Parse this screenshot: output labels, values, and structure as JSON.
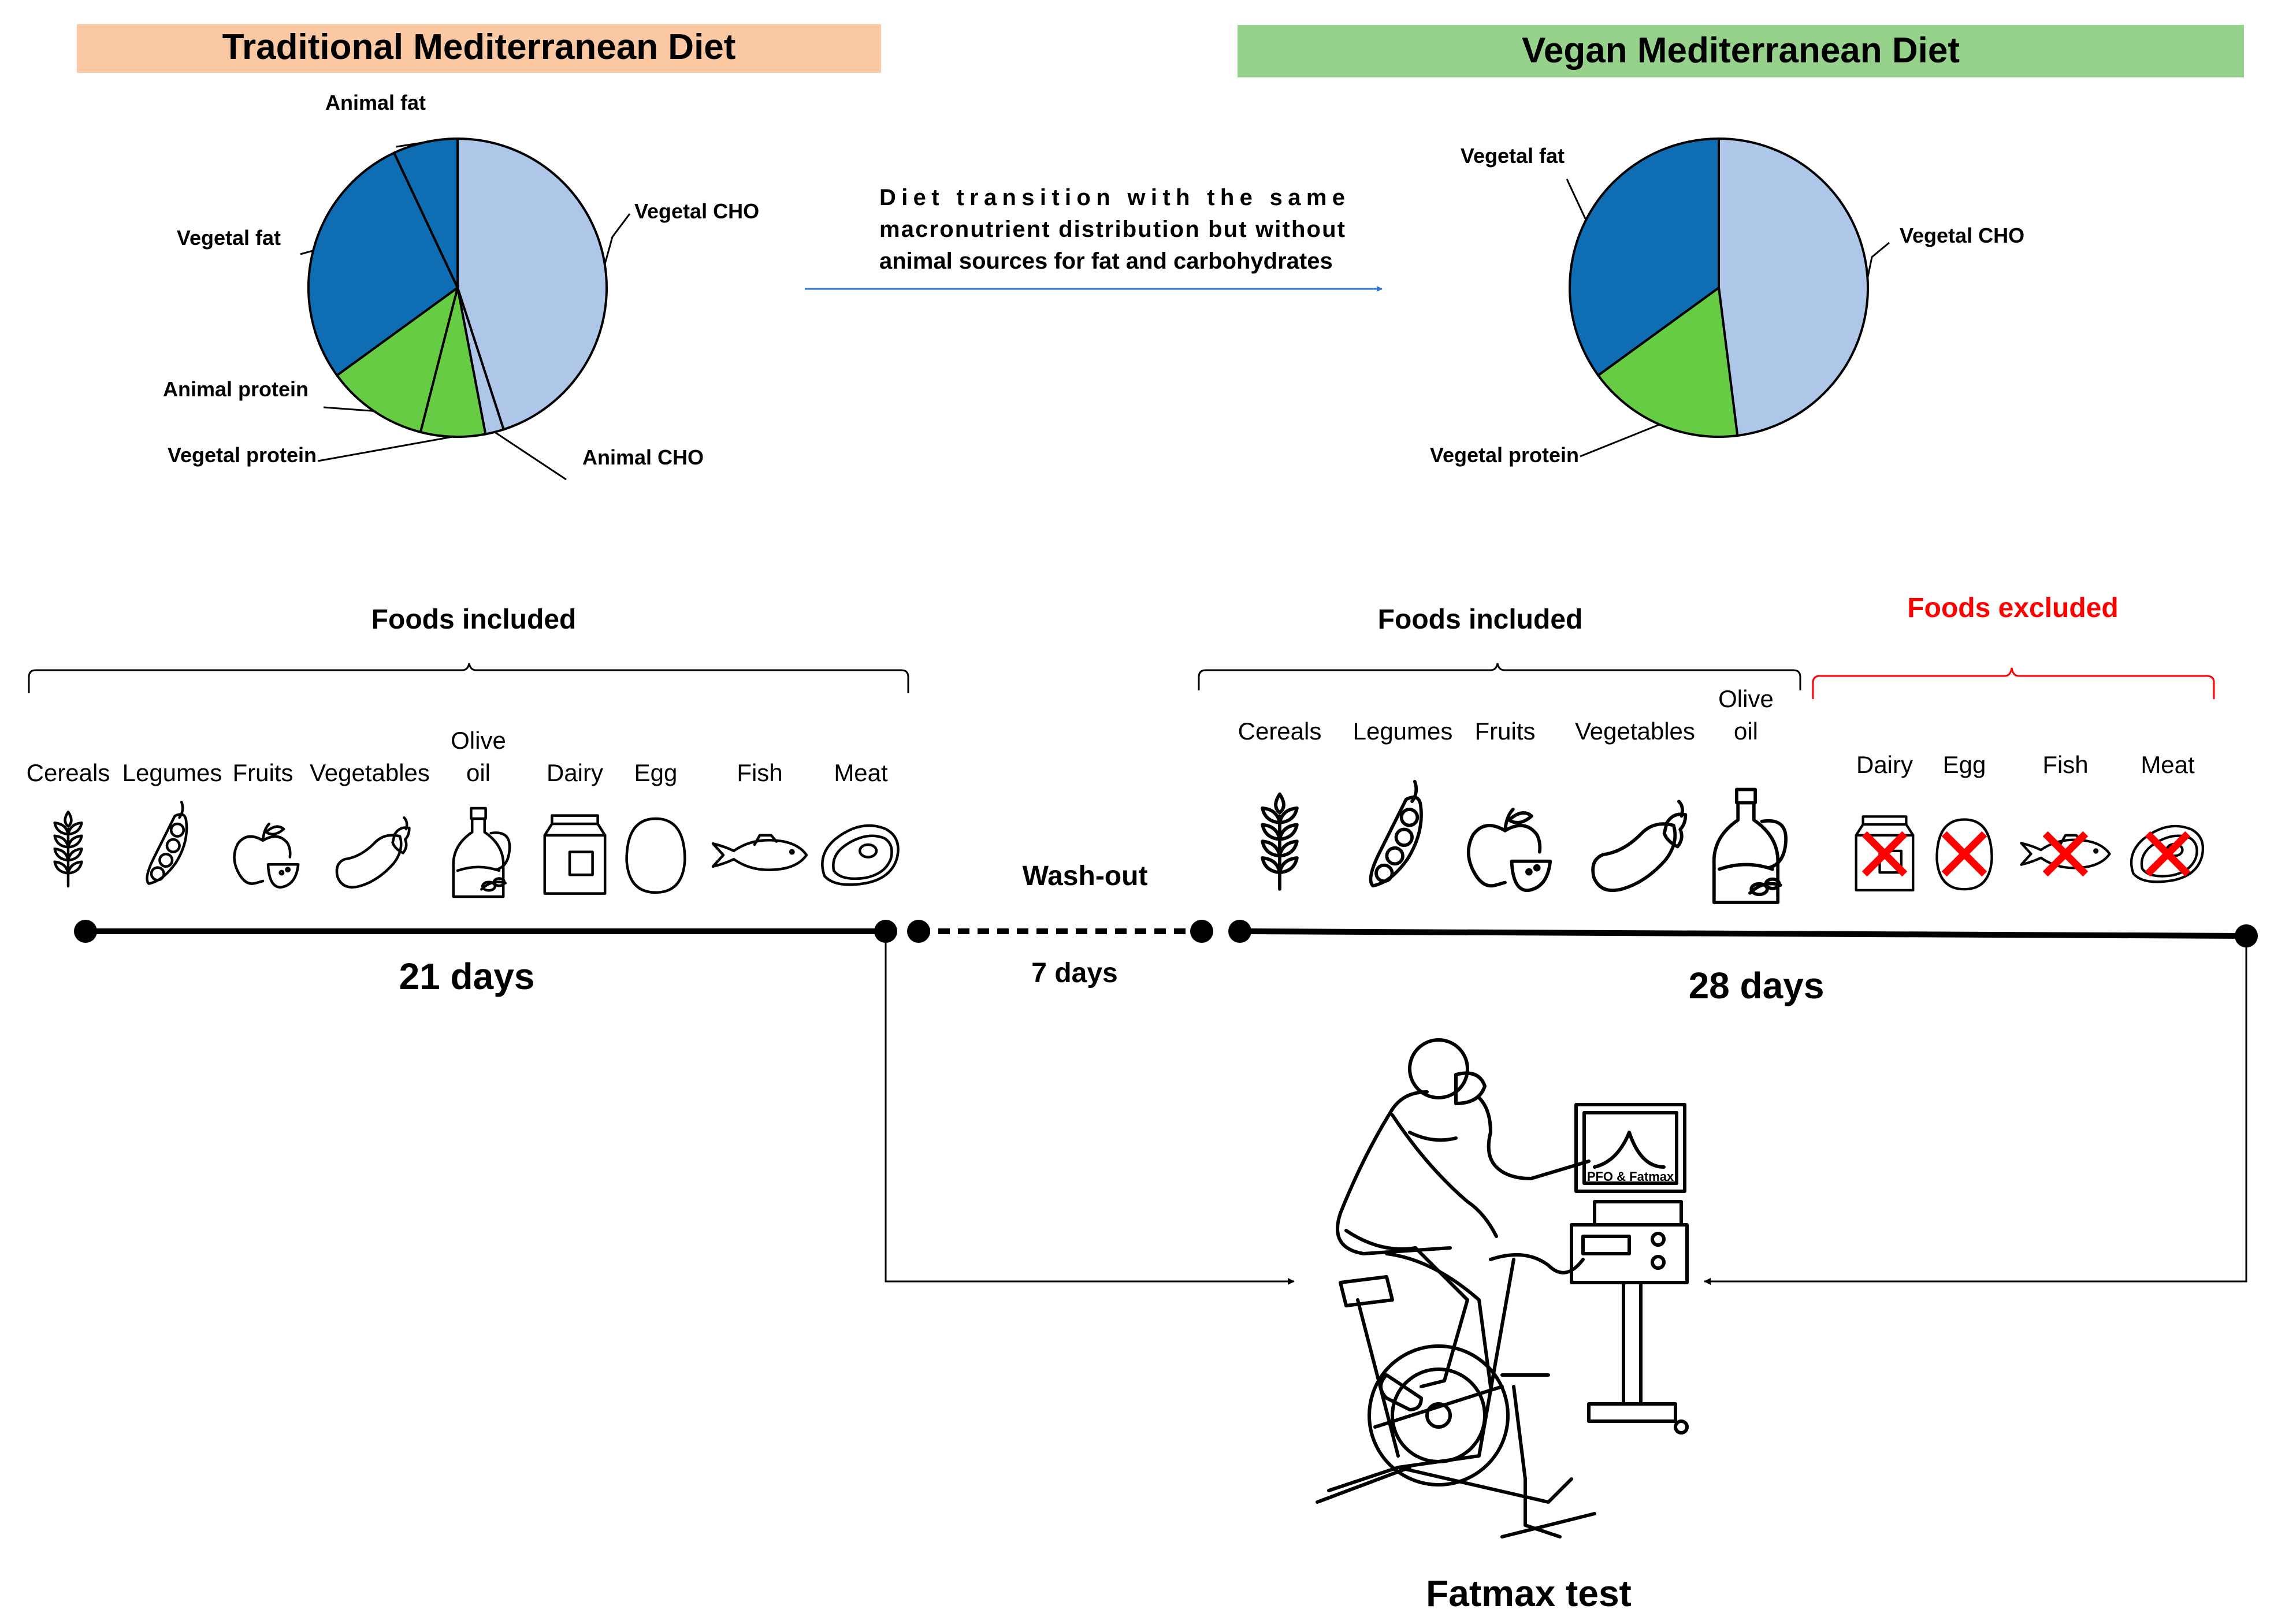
{
  "diet_a": {
    "title": "Traditional Mediterranean Diet",
    "title_bg": "#fbc8a4",
    "slices": [
      {
        "label": "Vegetal CHO",
        "pct": 45,
        "color": "#aec7e8"
      },
      {
        "label": "Animal CHO",
        "pct": 2,
        "color": "#aec7e8"
      },
      {
        "label": "Vegetal protein",
        "pct": 7,
        "color": "#66cc44"
      },
      {
        "label": "Animal protein",
        "pct": 11,
        "color": "#66cc44"
      },
      {
        "label": "Vegetal fat",
        "pct": 28,
        "color": "#0f6db3"
      },
      {
        "label": "Animal fat",
        "pct": 7,
        "color": "#0f6db3"
      }
    ]
  },
  "diet_b": {
    "title": "Vegan Mediterranean Diet",
    "title_bg": "#96d28c",
    "slices": [
      {
        "label": "Vegetal CHO",
        "pct": 48,
        "color": "#aec7e8"
      },
      {
        "label": "Vegetal protein",
        "pct": 17,
        "color": "#66cc44"
      },
      {
        "label": "Vegetal fat",
        "pct": 35,
        "color": "#0f6db3"
      }
    ]
  },
  "transition": {
    "lines": [
      "Diet transition with the same",
      "macronutrient distribution but without",
      "animal sources for fat and carbohydrates"
    ],
    "arrow_color": "#2e75d0"
  },
  "phase1": {
    "header": "Foods included",
    "foods": [
      "Cereals",
      "Legumes",
      "Fruits",
      "Vegetables",
      "Olive oil",
      "Dairy",
      "Egg",
      "Fish",
      "Meat"
    ],
    "duration": "21 days"
  },
  "washout": {
    "label": "Wash-out",
    "duration": "7 days"
  },
  "phase2": {
    "included_header": "Foods included",
    "foods_included": [
      "Cereals",
      "Legumes",
      "Fruits",
      "Vegetables",
      "Olive oil"
    ],
    "excluded_header": "Foods excluded",
    "excluded_color": "#ff0000",
    "foods_excluded": [
      "Dairy",
      "Egg",
      "Fish",
      "Meat"
    ],
    "duration": "28 days"
  },
  "test": {
    "label": "Fatmax test",
    "monitor_label": "PFO & Fatmax",
    "icon": "stationary-bike-rider-icon"
  },
  "icons": {
    "Cereals": "wheat-icon",
    "Legumes": "peapod-icon",
    "Fruits": "apple-icon",
    "Vegetables": "eggplant-icon",
    "Olive oil": "olive-oil-bottle-icon",
    "Dairy": "milk-carton-icon",
    "Egg": "egg-icon",
    "Fish": "fish-icon",
    "Meat": "steak-icon",
    "excluded": "red-x-icon"
  }
}
